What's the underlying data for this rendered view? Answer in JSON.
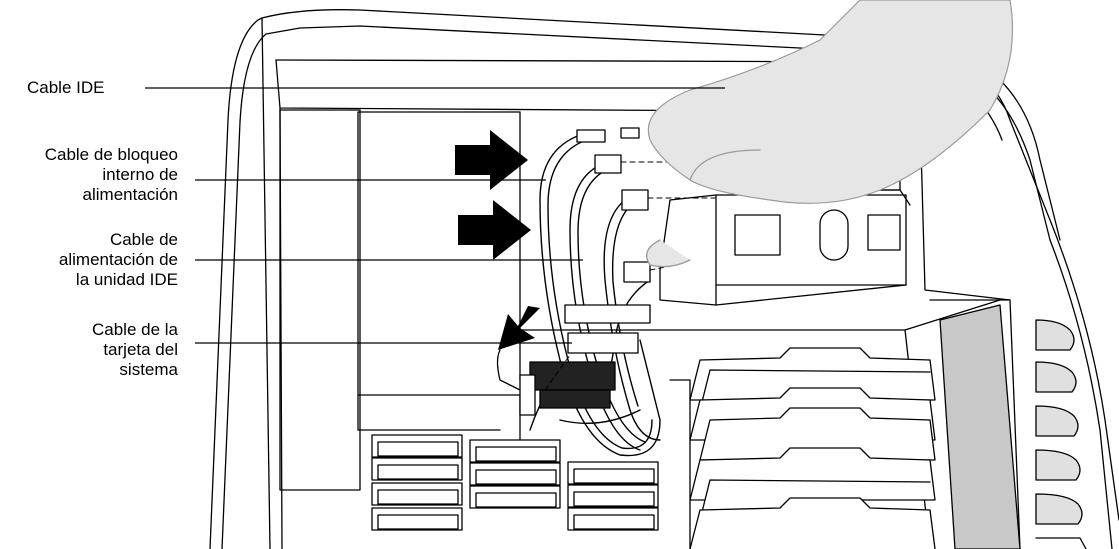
{
  "callouts": {
    "ide_cable": {
      "lines": [
        "Cable IDE"
      ]
    },
    "power_lock_cable": {
      "lines": [
        "Cable de bloqueo",
        "interno de",
        "alimentación"
      ]
    },
    "ide_power_cable": {
      "lines": [
        "Cable de",
        "alimentación de",
        "la unidad IDE"
      ]
    },
    "system_board_cable": {
      "lines": [
        "Cable de la",
        "tarjeta del",
        "sistema"
      ]
    }
  },
  "colors": {
    "line": "#000000",
    "background": "#ffffff",
    "hand_fill": "#e6e6e6",
    "panel_fill": "#e4e4e4",
    "arrow_fill": "#000000"
  }
}
